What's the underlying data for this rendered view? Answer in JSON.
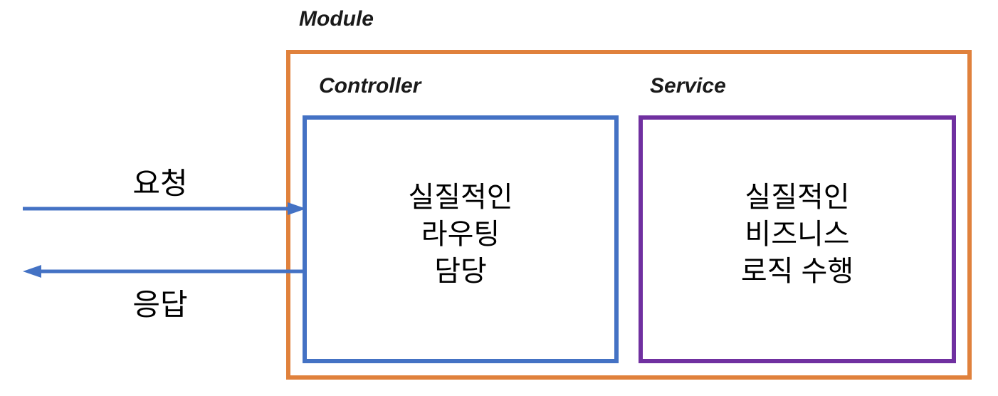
{
  "diagram": {
    "module": {
      "label": "Module"
    },
    "controller": {
      "label": "Controller",
      "lines": [
        "실질적인",
        "라우팅",
        "담당"
      ]
    },
    "service": {
      "label": "Service",
      "lines": [
        "실질적인",
        "비즈니스",
        "로직 수행"
      ]
    },
    "request_arrow": {
      "label": "요청",
      "direction": "right"
    },
    "response_arrow": {
      "label": "응답",
      "direction": "left"
    },
    "colors": {
      "module_border": "#e0813c",
      "controller_border": "#4472c4",
      "service_border": "#7030a0",
      "arrow": "#4472c4",
      "text": "#000000"
    }
  }
}
